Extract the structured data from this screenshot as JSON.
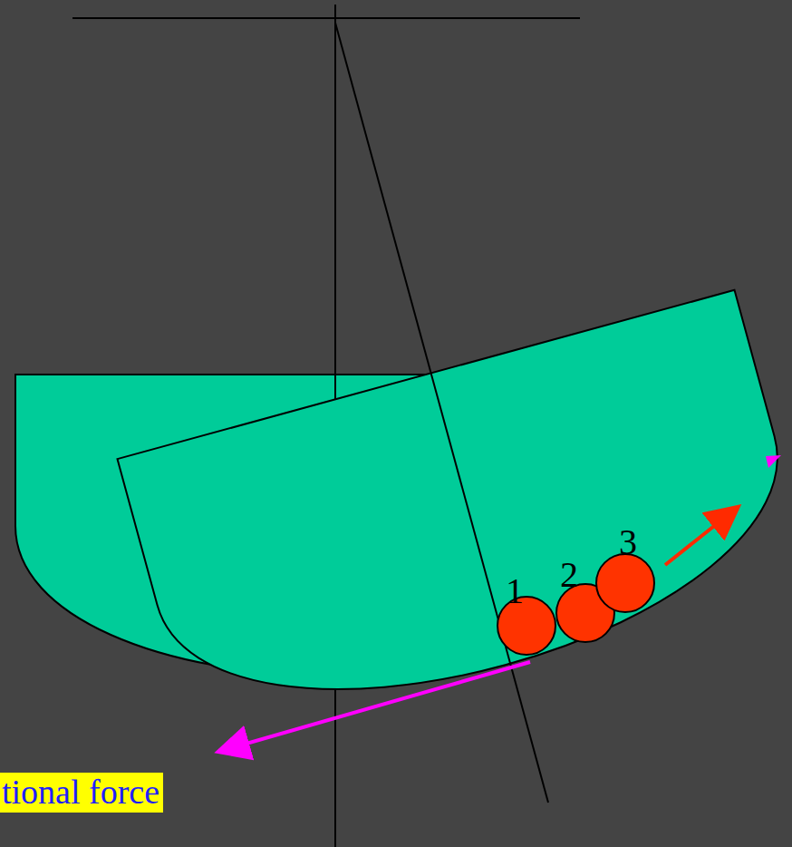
{
  "diagram": {
    "labels": [
      "1",
      "2",
      "3",
      "tional force"
    ]
  }
}
